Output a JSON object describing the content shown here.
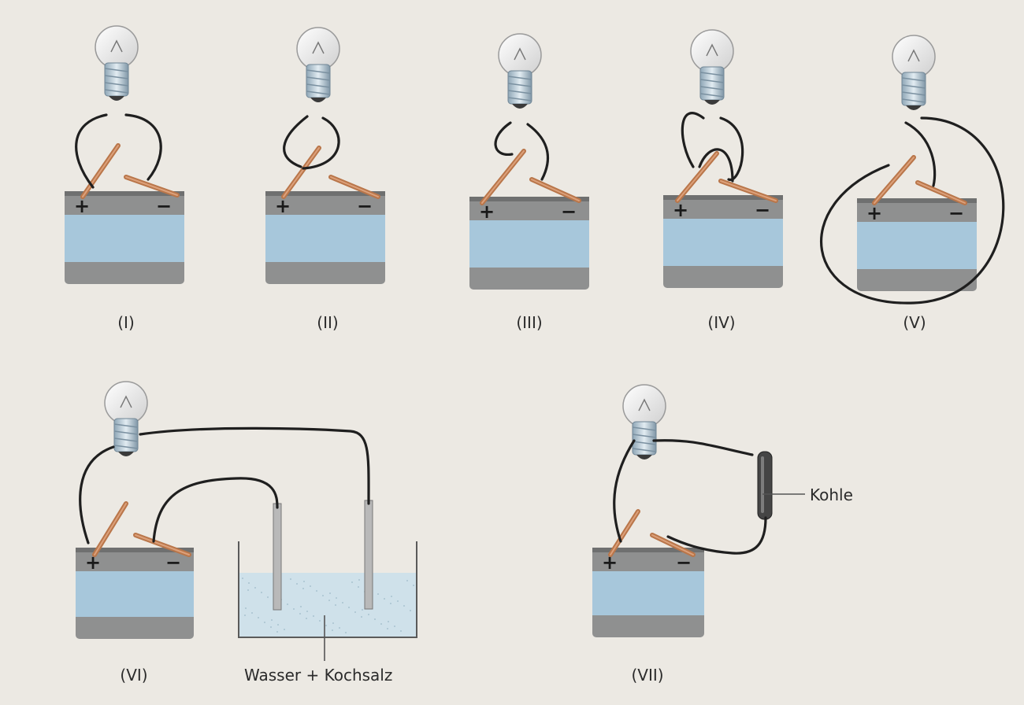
{
  "figure": {
    "colors": {
      "background": "#ece9e3",
      "battery_body": "#a7c7db",
      "battery_cap": "#8f9090",
      "wire": "#1f1f1f",
      "clip": "#b9764a",
      "bulb_glass": "#f4f4f4",
      "bulb_base": "#c2cfd8",
      "water": "#cfe1ea"
    },
    "circuits": [
      {
        "caption": "(I)",
        "plus": "+",
        "minus": "−"
      },
      {
        "caption": "(II)",
        "plus": "+",
        "minus": "−"
      },
      {
        "caption": "(III)",
        "plus": "+",
        "minus": "−"
      },
      {
        "caption": "(IV)",
        "plus": "+",
        "minus": "−"
      },
      {
        "caption": "(V)",
        "plus": "+",
        "minus": "−"
      },
      {
        "caption": "(VI)",
        "plus": "+",
        "minus": "−"
      },
      {
        "caption": "(VII)",
        "plus": "+",
        "minus": "−"
      }
    ],
    "water_label": "Wasser + Kochsalz",
    "carbon_label": "Kohle"
  }
}
